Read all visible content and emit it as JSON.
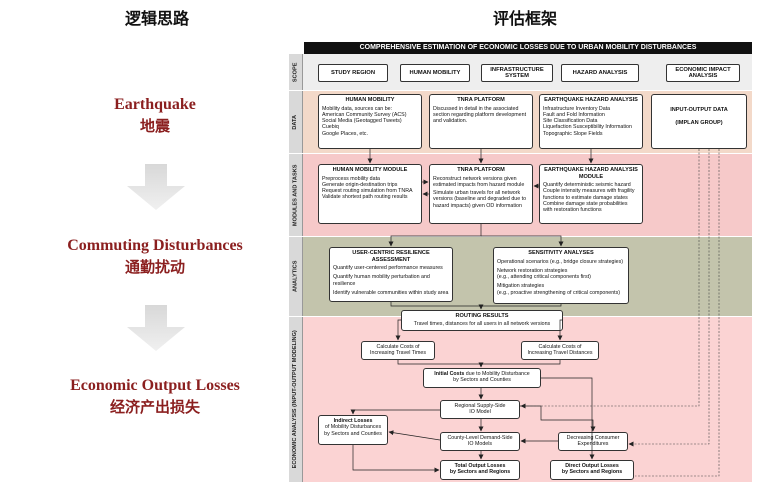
{
  "left_header": "逻辑思路",
  "right_header": "评估框架",
  "flow": [
    {
      "en": "Earthquake",
      "zh": "地震"
    },
    {
      "en": "Commuting Disturbances",
      "zh": "通勤扰动"
    },
    {
      "en": "Economic Output Losses",
      "zh": "经济产出损失"
    }
  ],
  "framework": {
    "title": "COMPREHENSIVE ESTIMATION OF ECONOMIC LOSSES DUE TO URBAN MOBILITY DISTURBANCES",
    "bands": {
      "scope": "SCOPE",
      "data": "DATA",
      "modules": "MODULES AND TASKS",
      "analytics": "ANALYTICS",
      "economic": "ECONOMIC ANALYSIS (INPUT-OUTPUT MODELING)"
    },
    "scope_items": [
      "STUDY REGION",
      "HUMAN MOBILITY",
      "INFRASTRUCTURE SYSTEM",
      "HAZARD ANALYSIS",
      "ECONOMIC IMPACT ANALYSIS"
    ],
    "data_boxes": {
      "mobility": {
        "title": "HUMAN MOBILITY",
        "lines": [
          "Mobility data, sources can be:",
          "American Community Survey (ACS)",
          "Social Media (Geotagged Tweets)",
          "Cuebiq",
          "Google Places, etc."
        ]
      },
      "tnra": {
        "title": "TNRA PLATFORM",
        "lines": [
          "Discussed in detail in the associated",
          "section regarding platform development",
          "and validation."
        ]
      },
      "hazard": {
        "title": "EARTHQUAKE HAZARD ANALYSIS",
        "lines": [
          "Infrastructure Inventory Data",
          "Fault and Fold Information",
          "Site Classification Data",
          "Liquefaction Susceptibility Information",
          "Topographic Slope Fields"
        ]
      },
      "io": {
        "title": "INPUT-OUTPUT DATA",
        "subtitle": "(IMPLAN GROUP)"
      }
    },
    "module_boxes": {
      "mobility": {
        "title": "HUMAN MOBILITY MODULE",
        "lines": [
          "Preprocess mobility data",
          "Generate origin-destination trips",
          "Request routing simulation from TNRA",
          "Validate shortest path routing results"
        ]
      },
      "tnra": {
        "title": "TNRA PLATFORM",
        "lines": [
          "Reconstruct network versions given",
          "estimated impacts from hazard module",
          "Simulate urban travels for all network",
          "versions (baseline and degraded due to",
          "hazard impacts) given OD information"
        ]
      },
      "hazard": {
        "title": "EARTHQUAKE HAZARD ANALYSIS MODULE",
        "lines": [
          "Quantify deterministic seismic hazard",
          "Couple intensity measures with fragility",
          "functions to estimate damage states",
          "Combine damage state probabilities",
          "with restoration functions"
        ]
      }
    },
    "analytics": {
      "resilience": {
        "title": "USER-CENTRIC RESILIENCE ASSESSMENT",
        "lines": [
          "Quantify user-centered performance measures",
          "Quantify human mobility perturbation and resilience",
          "Identify vulnerable communities within study area"
        ]
      },
      "sensitivity": {
        "title": "SENSITIVITY ANALYSES",
        "lines": [
          "Operational scenarios (e.g., bridge closure strategies)",
          "Network restoration strategies",
          "(e.g., attending critical components first)",
          "Mitigation strategies",
          "(e.g., proactive strengthening of critical components)"
        ]
      }
    },
    "economic": {
      "routing_title": "ROUTING RESULTS",
      "routing_sub": "Travel times, distances for all users in all network versions",
      "cost_time": [
        "Calculate Costs of",
        "Increasing Travel Times"
      ],
      "cost_dist": [
        "Calculate Costs of",
        "Increasing Travel Distances"
      ],
      "initial_bold": "Initial Costs",
      "initial_rest": " due to Mobility Disturbance",
      "initial_line2": "by Sectors and Counties",
      "regional": [
        "Regional Supply-Side",
        "IO Model"
      ],
      "county": [
        "County-Level Demand-Side",
        "IO Models"
      ],
      "indirect_bold": "Indirect Losses",
      "indirect_lines": [
        "of Mobility Disturbances",
        "by Sectors and Counties"
      ],
      "decreasing": [
        "Decreasing Consumer",
        "Expenditures"
      ],
      "total": [
        "Total Output Losses",
        "by Sectors and Regions"
      ],
      "direct": [
        "Direct Output Losses",
        "by Sectors and Regions"
      ]
    }
  },
  "colors": {
    "flow_text": "#8b1f1f",
    "data_band": "#f3d9c9",
    "modules_band": "#f6c9c9",
    "analytics_band": "#c3c4ac",
    "economic_band": "#fbd3d3",
    "scope_band": "#eeeeee"
  }
}
